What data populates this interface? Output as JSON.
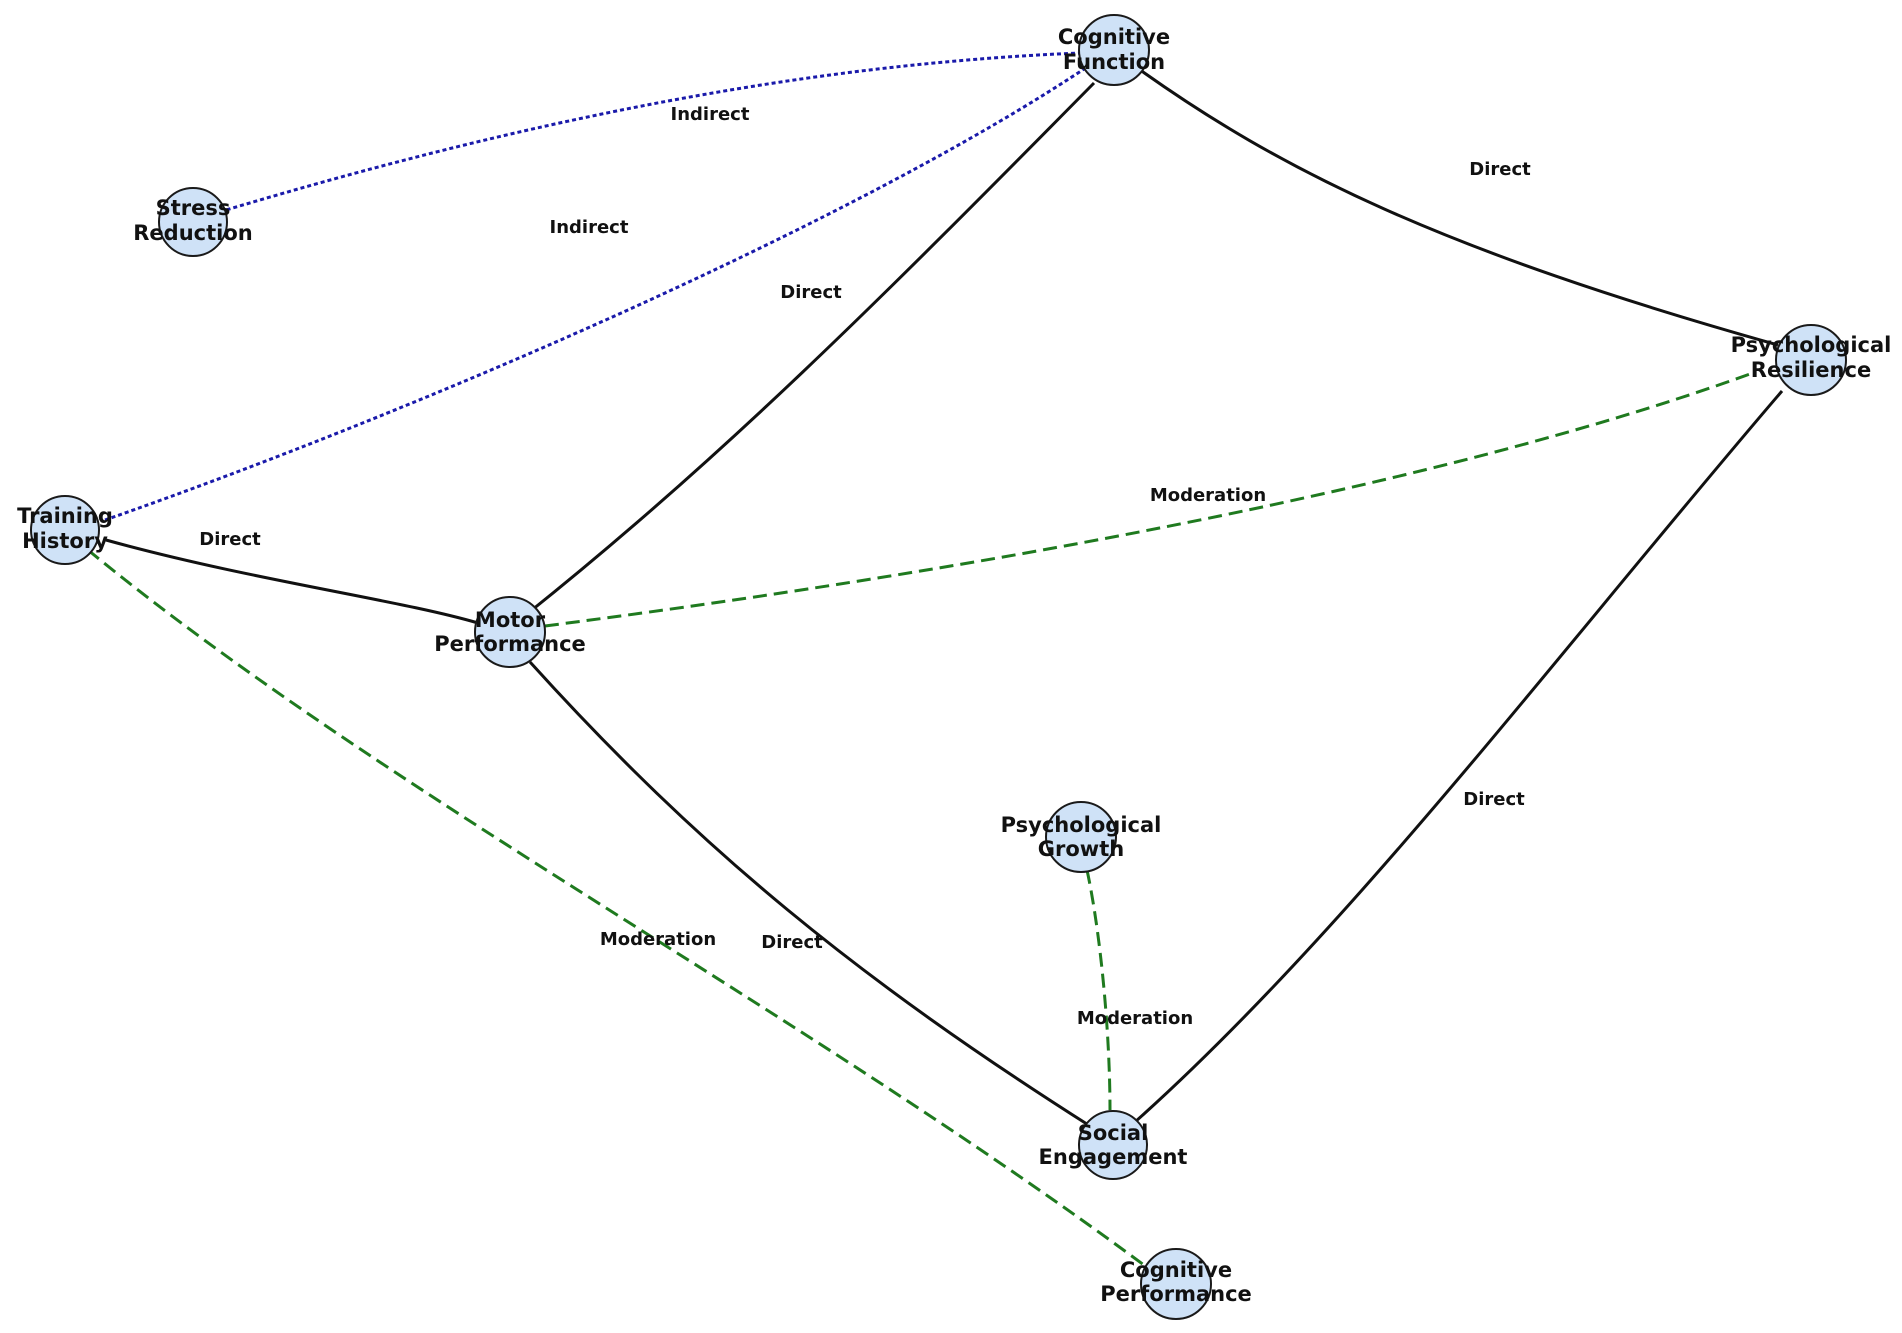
{
  "nodes": [
    {
      "id": "cognitive_function",
      "lines": [
        "Cognitive",
        "Function"
      ]
    },
    {
      "id": "stress_reduction",
      "lines": [
        "Stress",
        "Reduction"
      ]
    },
    {
      "id": "psychological_resilience",
      "lines": [
        "Psychological",
        "Resilience"
      ]
    },
    {
      "id": "training_history",
      "lines": [
        "Training",
        "History"
      ]
    },
    {
      "id": "motor_performance",
      "lines": [
        "Motor",
        "Performance"
      ]
    },
    {
      "id": "psychological_growth",
      "lines": [
        "Psychological",
        "Growth"
      ]
    },
    {
      "id": "social_engagement",
      "lines": [
        "Social",
        "Engagement"
      ]
    },
    {
      "id": "cognitive_performance",
      "lines": [
        "Cognitive",
        "Performance"
      ]
    }
  ],
  "edges": [
    {
      "from": "stress_reduction",
      "to": "cognitive_function",
      "type": "indirect",
      "label": "Indirect"
    },
    {
      "from": "training_history",
      "to": "cognitive_function",
      "type": "indirect",
      "label": "Indirect"
    },
    {
      "from": "cognitive_function",
      "to": "psychological_resilience",
      "type": "direct",
      "label": "Direct"
    },
    {
      "from": "motor_performance",
      "to": "cognitive_function",
      "type": "direct",
      "label": "Direct"
    },
    {
      "from": "training_history",
      "to": "motor_performance",
      "type": "direct",
      "label": "Direct"
    },
    {
      "from": "motor_performance",
      "to": "psychological_resilience",
      "type": "moderation",
      "label": "Moderation"
    },
    {
      "from": "motor_performance",
      "to": "social_engagement",
      "type": "direct",
      "label": "Direct"
    },
    {
      "from": "social_engagement",
      "to": "psychological_resilience",
      "type": "direct",
      "label": "Direct"
    },
    {
      "from": "psychological_growth",
      "to": "social_engagement",
      "type": "moderation",
      "label": "Moderation"
    },
    {
      "from": "training_history",
      "to": "cognitive_performance",
      "type": "moderation",
      "label": "Moderation"
    }
  ],
  "edge_colors": {
    "direct": "#111111",
    "moderation": "#1f7a1f",
    "indirect": "#1a1aaa"
  },
  "node_fill": "#cfe2f7"
}
